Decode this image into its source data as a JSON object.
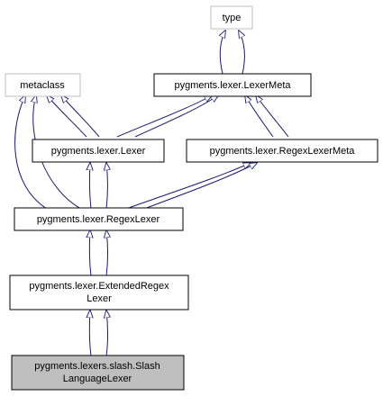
{
  "nodes": {
    "type": {
      "label": "type"
    },
    "metaclass": {
      "label": "metaclass"
    },
    "lexer_meta": {
      "label": "pygments.lexer.LexerMeta"
    },
    "lexer": {
      "label": "pygments.lexer.Lexer"
    },
    "regex_lexer_meta": {
      "label": "pygments.lexer.RegexLexerMeta"
    },
    "regex_lexer": {
      "label": "pygments.lexer.RegexLexer"
    },
    "extended_regex_lexer": {
      "line1": "pygments.lexer.ExtendedRegex",
      "line2": "Lexer"
    },
    "slash_language_lexer": {
      "line1": "pygments.lexers.slash.Slash",
      "line2": "LanguageLexer"
    }
  },
  "colors": {
    "edge": "#191970",
    "border_dark": "#000000",
    "border_light": "#bfbfbf",
    "highlight_fill": "#bfbfbf",
    "node_fill": "#ffffff"
  }
}
